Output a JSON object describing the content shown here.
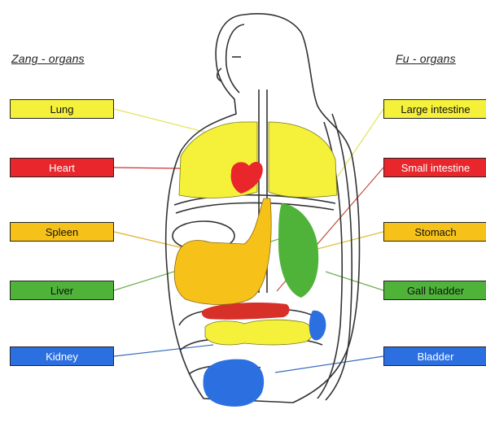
{
  "headings": {
    "zang": "Zang - organs",
    "fu": "Fu - organs"
  },
  "zang_organs": [
    {
      "label": "Lung",
      "color": "#f5f03a",
      "class": "yellow"
    },
    {
      "label": "Heart",
      "color": "#e8262b",
      "class": "red"
    },
    {
      "label": "Spleen",
      "color": "#f6c21a",
      "class": "orange"
    },
    {
      "label": "Liver",
      "color": "#4fb33a",
      "class": "green"
    },
    {
      "label": "Kidney",
      "color": "#2c6fe0",
      "class": "blue"
    }
  ],
  "fu_organs": [
    {
      "label": "Large intestine",
      "color": "#f5f03a",
      "class": "yellow"
    },
    {
      "label": "Small intestine",
      "color": "#e8262b",
      "class": "red"
    },
    {
      "label": "Stomach",
      "color": "#f6c21a",
      "class": "orange"
    },
    {
      "label": "Gall bladder",
      "color": "#4fb33a",
      "class": "green"
    },
    {
      "label": "Bladder",
      "color": "#2c6fe0",
      "class": "blue"
    }
  ]
}
